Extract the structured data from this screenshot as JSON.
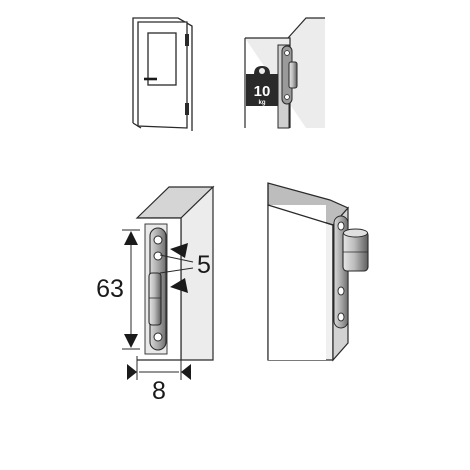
{
  "colors": {
    "line": "#2a2a2a",
    "light_gray": "#ececec",
    "mid_gray": "#d7d7d7",
    "dark_gray": "#b9b9b9",
    "hinge_dark": "#7a7a7a",
    "hinge_mid": "#a8a8a8",
    "weight_fill": "#2a2a2a"
  },
  "weight_badge": {
    "value": "10",
    "unit": "kg"
  },
  "dimensions": {
    "height": "63",
    "offset": "5",
    "width": "8"
  }
}
